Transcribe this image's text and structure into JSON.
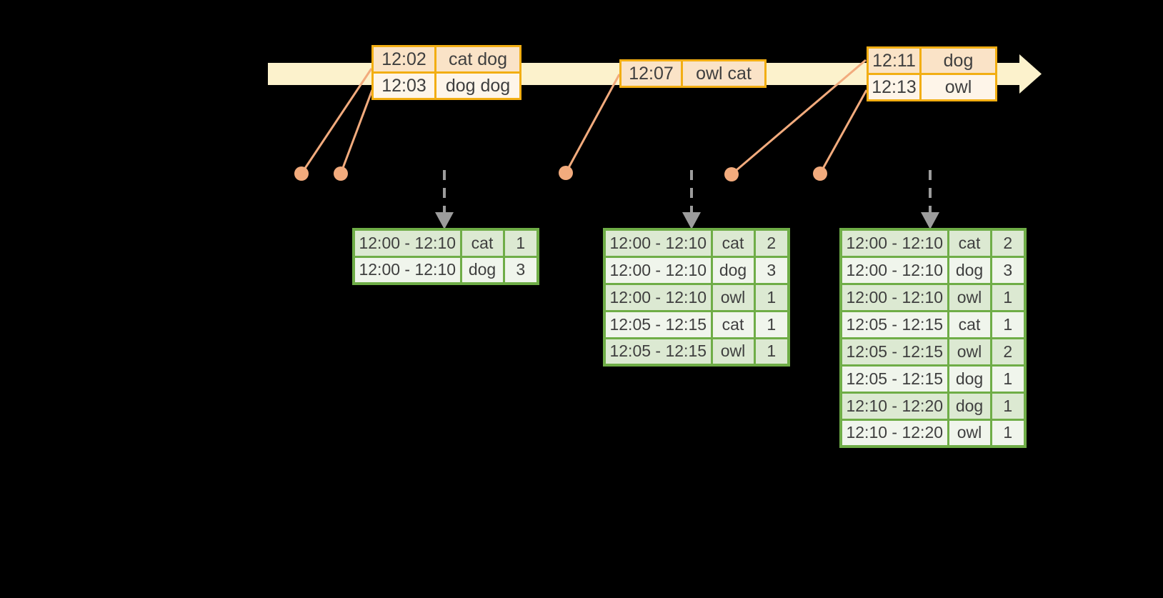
{
  "diagram": {
    "kind": "streaming-windowed-aggregation-timeline",
    "background": "#000000"
  },
  "colors": {
    "canvas_bg": "#000000",
    "timeline_fill": "#FCF2CC",
    "gold_border": "#F2AE13",
    "event_row_dark": "#FAE3C7",
    "event_row_light": "#FEF5E9",
    "connector_orange": "#F2AB7D",
    "green_border": "#6FAD47",
    "result_row_dark": "#DCE9D2",
    "result_row_light": "#F0F5EC",
    "trigger_gray": "#9C9C9C",
    "text_color": "#3F3F3F"
  },
  "icons": {
    "timeline_arrowhead": "right-arrow",
    "trigger_arrow": "dashed-down-arrow",
    "event_marker": "filled-circle"
  },
  "event_tables": [
    {
      "columns": [
        "event-time-cell",
        "words-cell"
      ],
      "rows": [
        [
          "12:02",
          "cat dog"
        ],
        [
          "12:03",
          "dog dog"
        ]
      ]
    },
    {
      "columns": [
        "event-time-cell",
        "words-cell"
      ],
      "rows": [
        [
          "12:07",
          "owl cat"
        ]
      ]
    },
    {
      "columns": [
        "event-time-cell",
        "words-cell"
      ],
      "rows": [
        [
          "12:11",
          "dog"
        ],
        [
          "12:13",
          "owl"
        ]
      ]
    }
  ],
  "result_tables": [
    {
      "columns": [
        "window-cell",
        "word-cell",
        "count-cell"
      ],
      "rows": [
        [
          "12:00 - 12:10",
          "cat",
          "1"
        ],
        [
          "12:00 - 12:10",
          "dog",
          "3"
        ]
      ]
    },
    {
      "columns": [
        "window-cell",
        "word-cell",
        "count-cell"
      ],
      "rows": [
        [
          "12:00 - 12:10",
          "cat",
          "2"
        ],
        [
          "12:00 - 12:10",
          "dog",
          "3"
        ],
        [
          "12:00 - 12:10",
          "owl",
          "1"
        ],
        [
          "12:05 - 12:15",
          "cat",
          "1"
        ],
        [
          "12:05 - 12:15",
          "owl",
          "1"
        ]
      ]
    },
    {
      "columns": [
        "window-cell",
        "word-cell",
        "count-cell"
      ],
      "rows": [
        [
          "12:00 - 12:10",
          "cat",
          "2"
        ],
        [
          "12:00 - 12:10",
          "dog",
          "3"
        ],
        [
          "12:00 - 12:10",
          "owl",
          "1"
        ],
        [
          "12:05 - 12:15",
          "cat",
          "1"
        ],
        [
          "12:05 - 12:15",
          "owl",
          "2"
        ],
        [
          "12:05 - 12:15",
          "dog",
          "1"
        ],
        [
          "12:10 - 12:20",
          "dog",
          "1"
        ],
        [
          "12:10 - 12:20",
          "owl",
          "1"
        ]
      ]
    }
  ]
}
